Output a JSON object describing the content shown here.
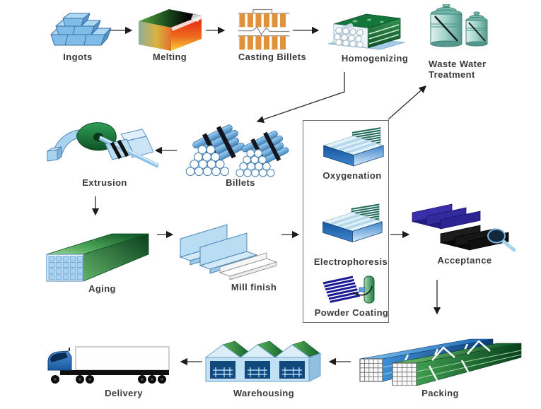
{
  "nodes": {
    "ingots": {
      "label": "Ingots"
    },
    "melting": {
      "label": "Melting"
    },
    "casting_billets": {
      "label": "Casting Billets"
    },
    "homogenizing": {
      "label": "Homogenizing"
    },
    "waste_water_treatment": {
      "label": "Waste Water Treatment"
    },
    "extrusion": {
      "label": "Extrusion"
    },
    "billets": {
      "label": "Billets"
    },
    "oxygenation": {
      "label": "Oxygenation"
    },
    "electrophoresis": {
      "label": "Electrophoresis"
    },
    "powder_coating": {
      "label": "Powder Coating"
    },
    "acceptance": {
      "label": "Acceptance"
    },
    "aging": {
      "label": "Aging"
    },
    "mill_finish": {
      "label": "Mill finish"
    },
    "packing": {
      "label": "Packing"
    },
    "warehousing": {
      "label": "Warehousing"
    },
    "delivery": {
      "label": "Delivery"
    }
  },
  "connections": [
    {
      "from": "Ingots",
      "to": "Melting"
    },
    {
      "from": "Melting",
      "to": "Casting Billets"
    },
    {
      "from": "Casting Billets",
      "to": "Homogenizing"
    },
    {
      "from": "Homogenizing",
      "to": "Billets"
    },
    {
      "from": "Billets",
      "to": "Extrusion"
    },
    {
      "from": "Extrusion",
      "to": "Aging"
    },
    {
      "from": "Aging",
      "to": "Mill finish"
    },
    {
      "from": "Mill finish",
      "to": "Surface treatment box"
    },
    {
      "from": "Surface treatment box",
      "to": "Waste Water Treatment"
    },
    {
      "from": "Surface treatment box",
      "to": "Acceptance"
    },
    {
      "from": "Acceptance",
      "to": "Packing"
    },
    {
      "from": "Packing",
      "to": "Warehousing"
    },
    {
      "from": "Warehousing",
      "to": "Delivery"
    }
  ],
  "treatment_box_items": [
    "Oxygenation",
    "Electrophoresis",
    "Powder Coating"
  ],
  "colors": {
    "background": "#ffffff",
    "label_text": "#3a3a3a",
    "arrow": "#2b2b2b",
    "treatment_box_border": "#6b6b6b",
    "aluminium_blue": "#7fbde8",
    "furnace_green": "#14753b",
    "casting_orange": "#e0913a",
    "tank_teal": "#6fb3a8",
    "powder_navy": "#1a1a96"
  }
}
